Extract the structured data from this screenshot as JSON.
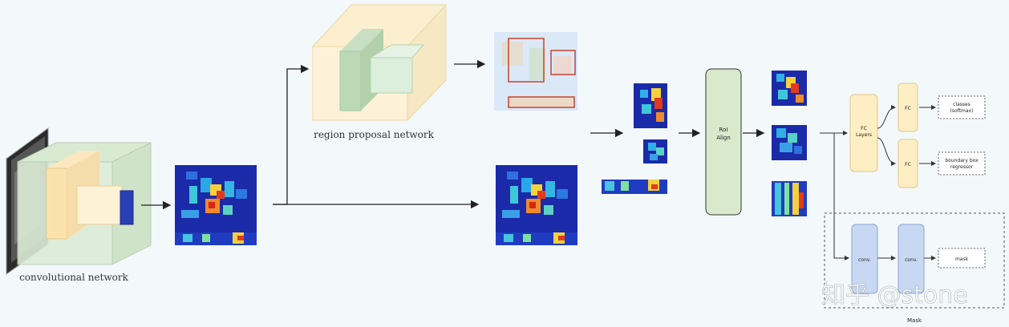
{
  "labels": {
    "convolutional_network": "convolutional network",
    "region_proposal_network": "region proposal network",
    "roi_align_line1": "RoI",
    "roi_align_line2": "Align",
    "fc_layers_line1": "FC",
    "fc_layers_line2": "Layers",
    "fc_top": "FC",
    "fc_bottom": "FC",
    "classes_line1": "classes",
    "classes_line2": "(softmax)",
    "bbox_line1": "boundary box",
    "bbox_line2": "regressor",
    "conv1": "conv.",
    "conv2": "conv.",
    "mask_box": "mask",
    "mask_group": "Mask",
    "watermark": "知乎 @stone"
  },
  "colors": {
    "background": "#f3f8fb",
    "feature_map_dark": "#1a2aa8",
    "feature_map_hot": "#e23a1e",
    "box_fill_yellow": "#fdeec3",
    "box_fill_green": "#d7e8cf",
    "box_fill_blue": "#c9d8f2",
    "roi_box_red": "#c8442c"
  }
}
